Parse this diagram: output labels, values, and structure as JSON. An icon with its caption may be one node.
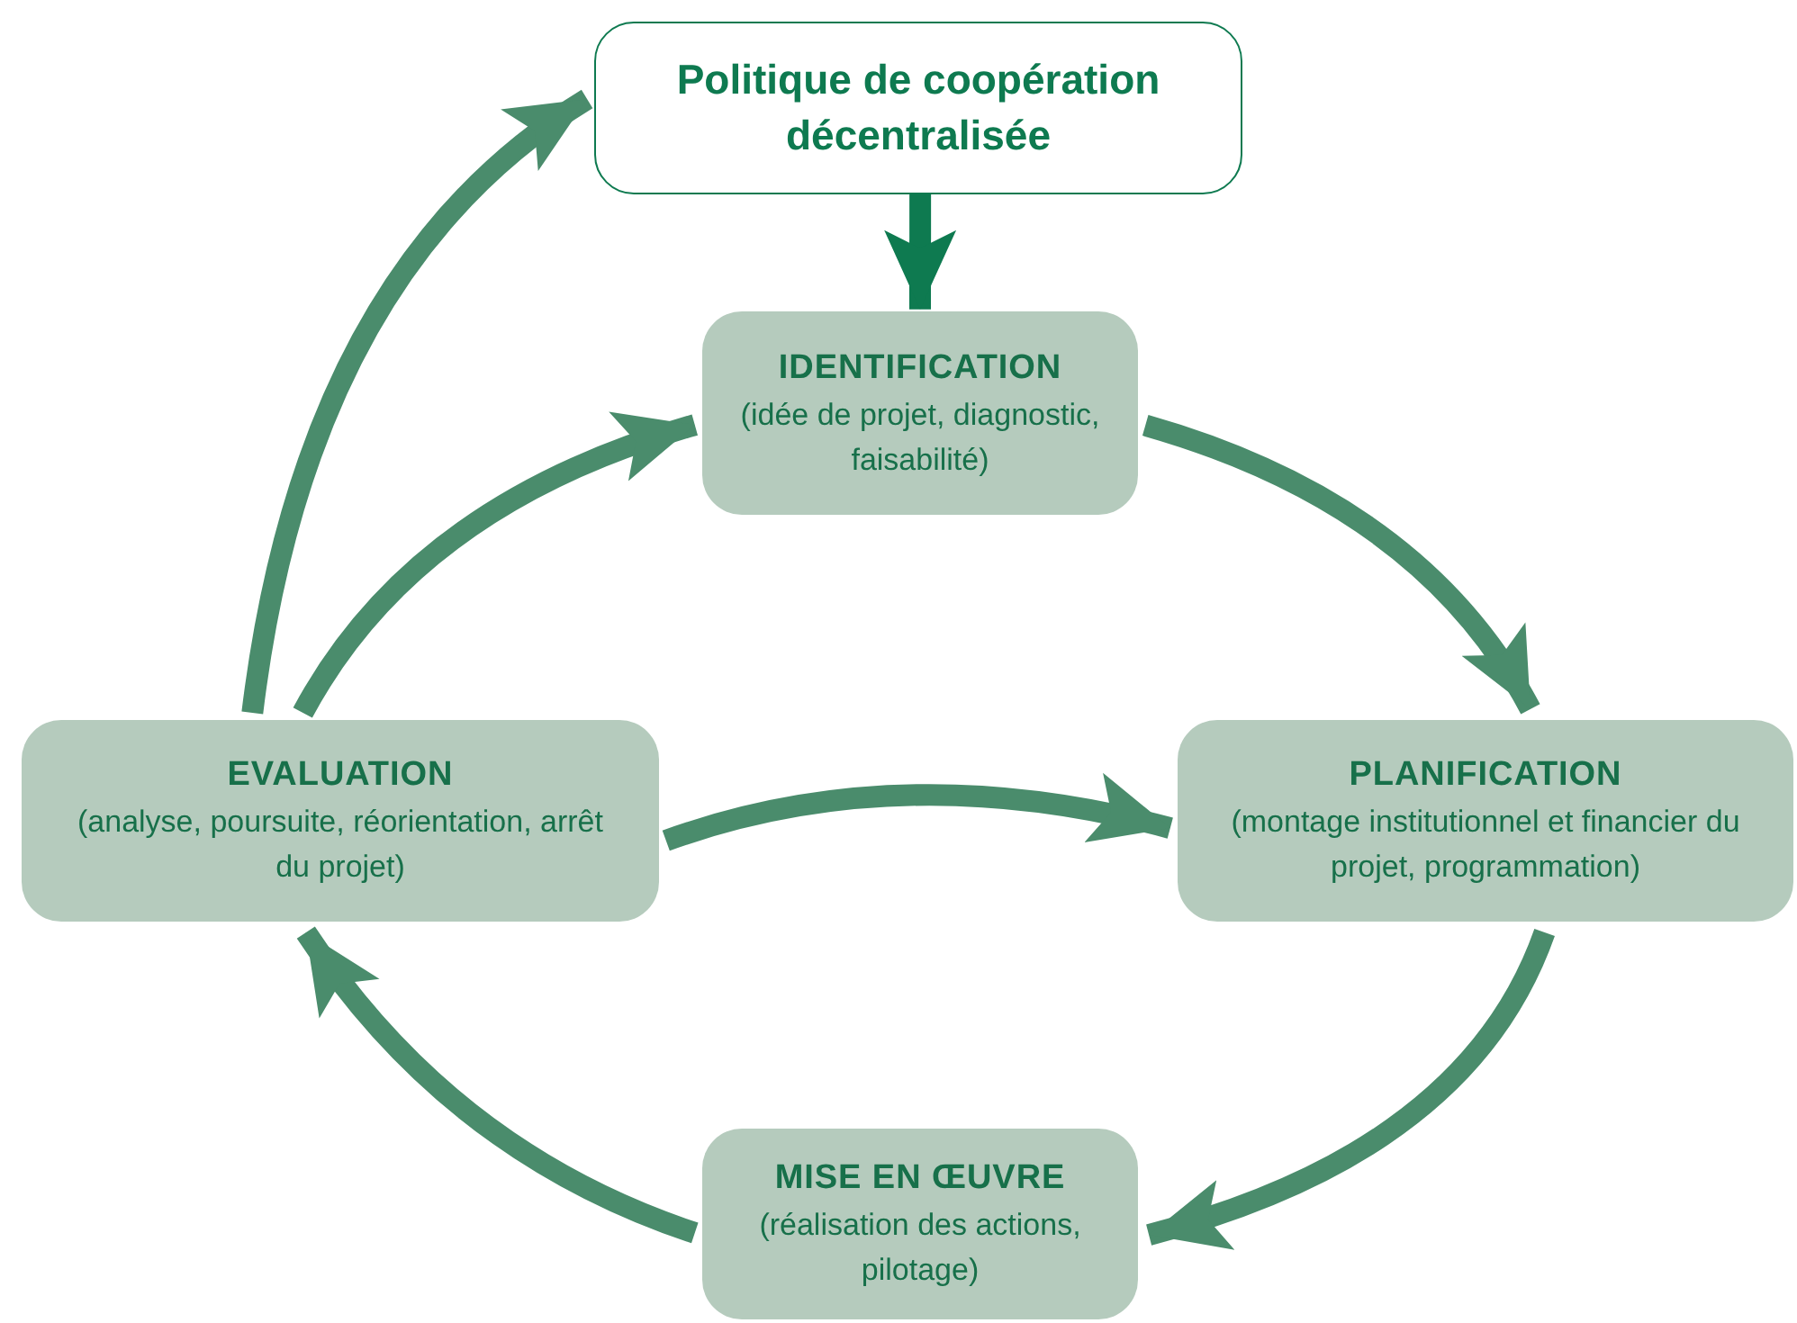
{
  "diagram": {
    "nodes": [
      {
        "text": [
          "Politique de coopération décentralisée"
        ]
      },
      {
        "text": [
          "IDENTIFICATION",
          "(idée de projet, diagnostic, faisabilité)"
        ]
      },
      {
        "text": [
          "EVALUATION",
          "(analyse, poursuite, réorientation, arrêt du projet)"
        ]
      },
      {
        "text": [
          "PLANIFICATION",
          "(montage institutionnel et financier du projet, programmation)"
        ]
      },
      {
        "text": [
          "MISE EN ŒUVRE",
          "(réalisation des actions, pilotage)"
        ]
      }
    ],
    "edges": [
      {
        "from": 0,
        "to": 1,
        "arrow": "to",
        "color": "#0e7a50"
      },
      {
        "from": 1,
        "to": 3,
        "arrow": "to"
      },
      {
        "from": 3,
        "to": 4,
        "arrow": "to"
      },
      {
        "from": 4,
        "to": 2,
        "arrow": "to"
      },
      {
        "from": 2,
        "to": 3,
        "arrow": "to"
      },
      {
        "from": 2,
        "to": 1,
        "arrow": "to"
      },
      {
        "from": 2,
        "to": 0,
        "arrow": "to"
      }
    ]
  }
}
